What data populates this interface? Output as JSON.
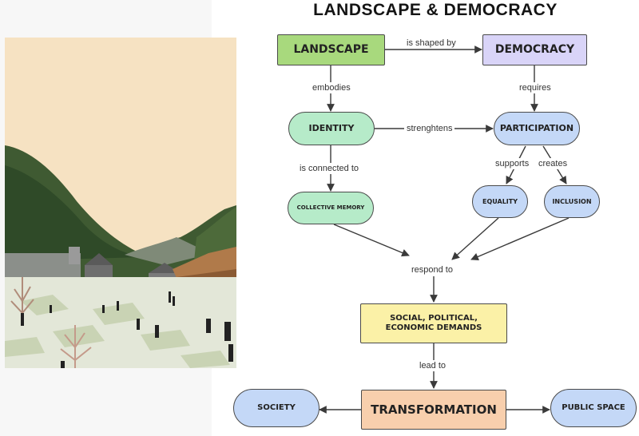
{
  "title": "LANDSCAPE & DEMOCRACY",
  "colors": {
    "green": "#a8d97d",
    "lavender": "#d9d4f8",
    "mint": "#b6ebc9",
    "blue": "#c4d8f7",
    "yellow": "#fbf1a7",
    "peach": "#f8cfad",
    "sky": "#f6e2c2"
  },
  "nodes": {
    "landscape": "LANDSCAPE",
    "democracy": "DEMOCRACY",
    "identity": "IDENTITY",
    "participation": "PARTICIPATION",
    "collective_memory": "COLLECTIVE MEMORY",
    "equality": "EQUALITY",
    "inclusion": "INCLUSION",
    "demands": "SOCIAL, POLITICAL, ECONOMIC DEMANDS",
    "transformation": "TRANSFORMATION",
    "society": "SOCIETY",
    "public_space": "PUBLIC SPACE"
  },
  "edges": {
    "is_shaped_by": "is shaped by",
    "embodies": "embodies",
    "requires": "requires",
    "strenghtens": "strenghtens",
    "is_connected_to": "is connected to",
    "supports": "supports",
    "creates": "creates",
    "respond_to": "respond to",
    "lead_to": "lead to"
  }
}
